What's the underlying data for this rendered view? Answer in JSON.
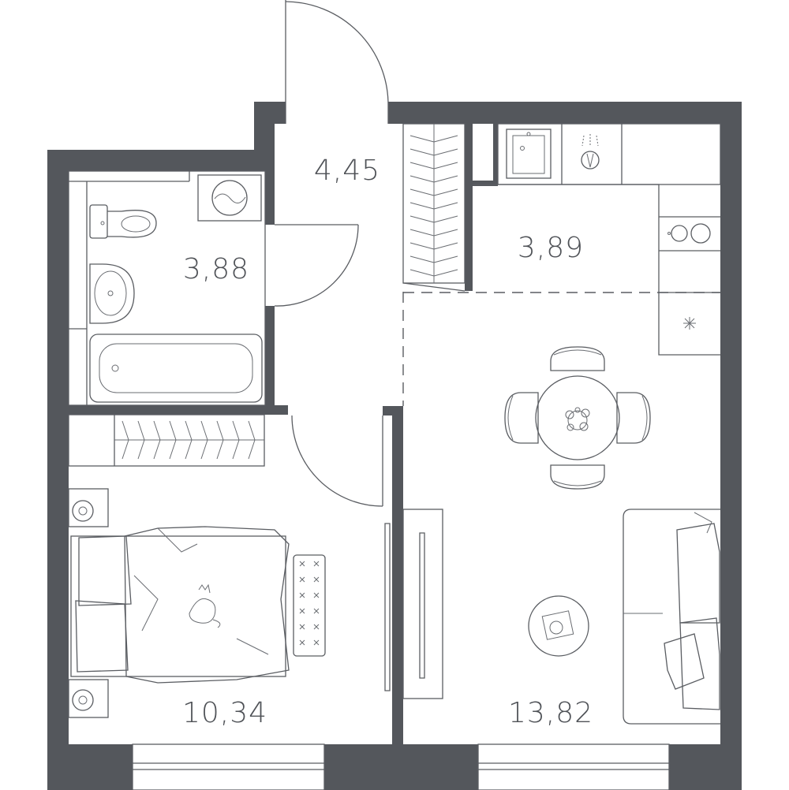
{
  "rooms": [
    {
      "id": "hallway",
      "area": "4,45"
    },
    {
      "id": "bathroom",
      "area": "3,88"
    },
    {
      "id": "kitchen",
      "area": "3,89"
    },
    {
      "id": "bedroom",
      "area": "10,34"
    },
    {
      "id": "living",
      "area": "13,82"
    }
  ],
  "colors": {
    "wall": "#54575c",
    "line": "#5a5d62",
    "text": "#4f5257",
    "background": "#ffffff"
  },
  "icons": [
    "door-swing-icon",
    "toilet-icon",
    "sink-icon",
    "bathtub-icon",
    "washing-machine-icon",
    "wardrobe-icon",
    "kitchen-sink-icon",
    "cooktop-icon",
    "dining-table-icon",
    "chair-icon",
    "sofa-icon",
    "bed-icon",
    "nightstand-icon",
    "rug-icon",
    "mirror-icon",
    "window-icon",
    "cat-icon",
    "flower-vase-icon"
  ]
}
